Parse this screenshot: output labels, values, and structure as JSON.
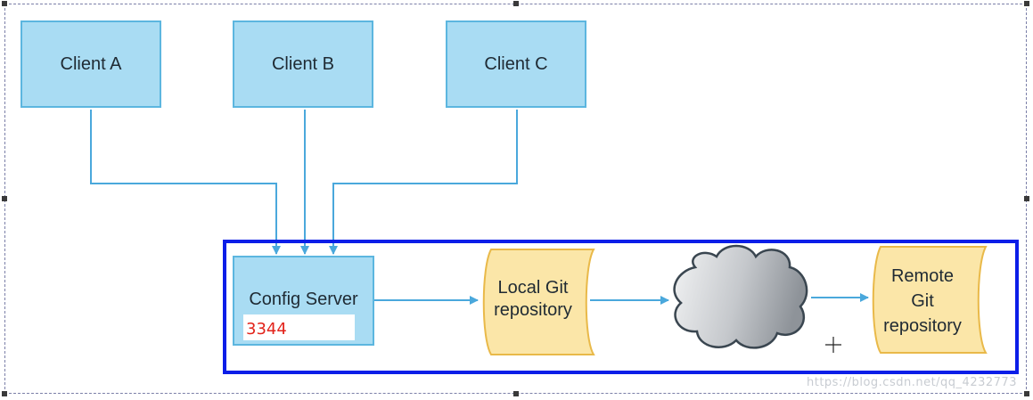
{
  "clients": [
    {
      "label": "Client A"
    },
    {
      "label": "Client B"
    },
    {
      "label": "Client C"
    }
  ],
  "config_server": {
    "label": "Config Server",
    "port": "3344"
  },
  "local_repo": {
    "line1": "Local Git",
    "line2": "repository"
  },
  "remote_repo": {
    "line1": "Remote",
    "line2": "Git",
    "line3": "repository"
  },
  "watermark": "https://blog.csdn.net/qq_4232773",
  "colors": {
    "box_fill": "#a9dcf3",
    "box_border": "#5cb6df",
    "connector": "#4aa8dc",
    "document_fill": "#fbe6a8",
    "document_border": "#e9b949",
    "selection_border": "#0b1ee8",
    "port_text": "#e2231a"
  }
}
